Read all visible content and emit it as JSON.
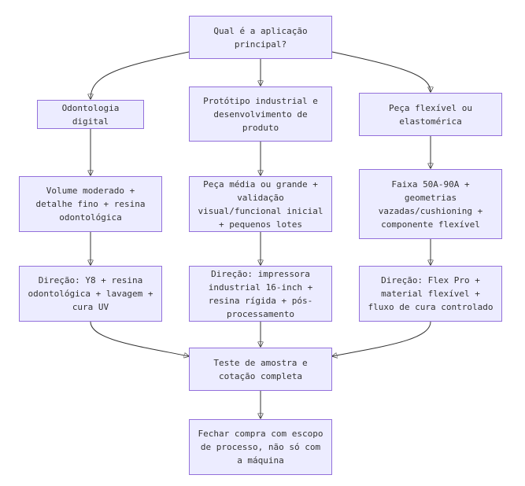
{
  "nodes": {
    "q": "Qual é a aplicação principal?",
    "a1": "Odontologia digital",
    "b1": "Protótipo industrial e desenvolvimento de produto",
    "c1": "Peça flexível ou elastomérica",
    "a2": "Volume moderado + detalhe fino + resina odontológica",
    "b2": "Peça média ou grande + validação visual/funcional inicial + pequenos lotes",
    "c2": "Faixa 50A-90A + geometrias vazadas/cushioning + componente flexível",
    "a3": "Direção: Y8 + resina odontológica + lavagem + cura UV",
    "b3": "Direção: impressora industrial 16-inch + resina rígida + pós-processamento",
    "c3": "Direção: Flex Pro + material flexível + fluxo de cura controlado",
    "t": "Teste de amostra e cotação completa",
    "f": "Fechar compra com escopo de processo, não só com a máquina"
  },
  "colors": {
    "node_fill": "#ececff",
    "node_border": "#9370db",
    "edge": "#333333",
    "text": "#333333"
  }
}
